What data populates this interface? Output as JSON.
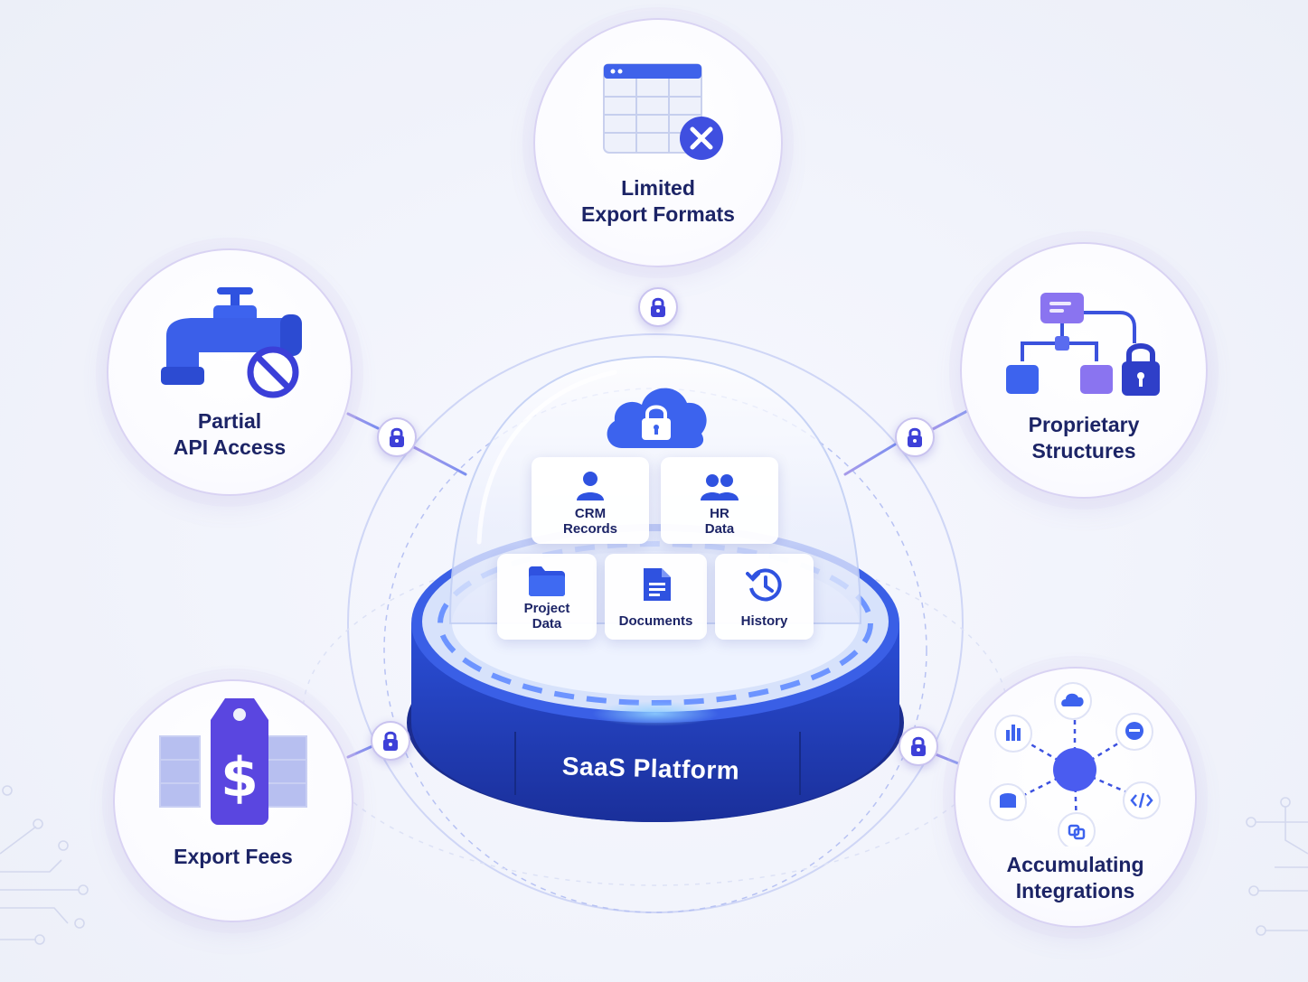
{
  "platform": {
    "label": "SaaS Platform"
  },
  "nodes": {
    "export_formats": {
      "line1": "Limited",
      "line2": "Export Formats",
      "icon": "spreadsheet-x-icon"
    },
    "api_access": {
      "line1": "Partial",
      "line2": "API Access",
      "icon": "faucet-blocked-icon"
    },
    "proprietary": {
      "line1": "Proprietary",
      "line2": "Structures",
      "icon": "locked-hierarchy-icon"
    },
    "export_fees": {
      "line1": "Export Fees",
      "icon": "dollar-price-tag-icon"
    },
    "integrations": {
      "line1": "Accumulating",
      "line2": "Integrations",
      "icon": "integration-hub-icon"
    }
  },
  "dome": {
    "cloud_icon": "cloud-lock-icon",
    "cards": {
      "crm": {
        "line1": "CRM",
        "line2": "Records",
        "icon": "user-icon"
      },
      "hr": {
        "line1": "HR",
        "line2": "Data",
        "icon": "users-icon"
      },
      "project": {
        "line1": "Project",
        "line2": "Data",
        "icon": "folder-icon"
      },
      "documents": {
        "line1": "Documents",
        "icon": "document-icon"
      },
      "history": {
        "line1": "History",
        "icon": "history-icon"
      }
    }
  },
  "colors": {
    "navy": "#1c2466",
    "blue": "#2f52e0",
    "purple": "#6a4fe6",
    "platform": "#1f3fb8",
    "glow": "#4fb0ff"
  }
}
